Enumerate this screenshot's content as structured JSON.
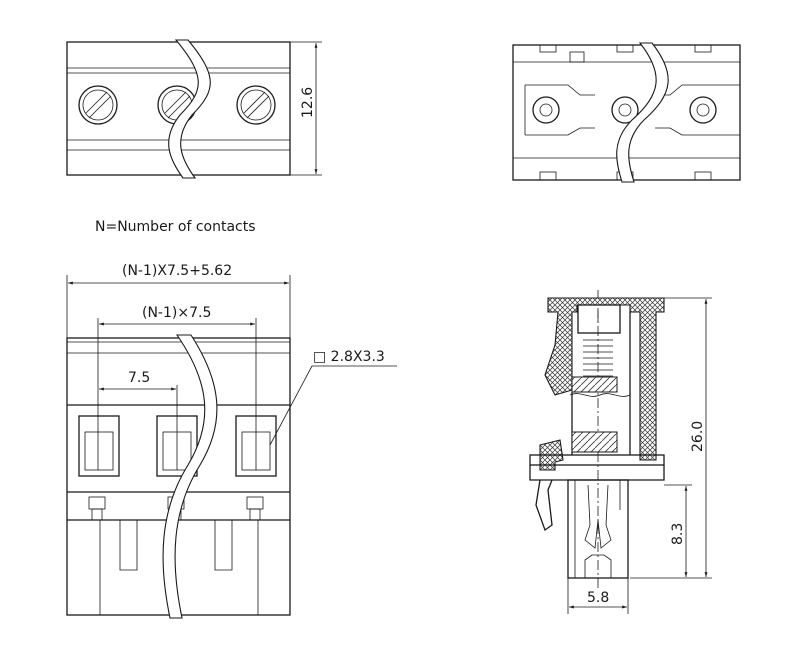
{
  "drawing": {
    "top_height_dim": "12.6",
    "note": "N=Number of contacts",
    "overall_width_dim": "(N-1)X7.5+5.62",
    "pitch_span_dim": "(N-1)×7.5",
    "pitch_dim": "7.5",
    "pin_size_label": "□ 2.8X3.3",
    "side_height_dim": "26.0",
    "pin_length_dim": "8.3",
    "base_width_dim": "5.8"
  }
}
